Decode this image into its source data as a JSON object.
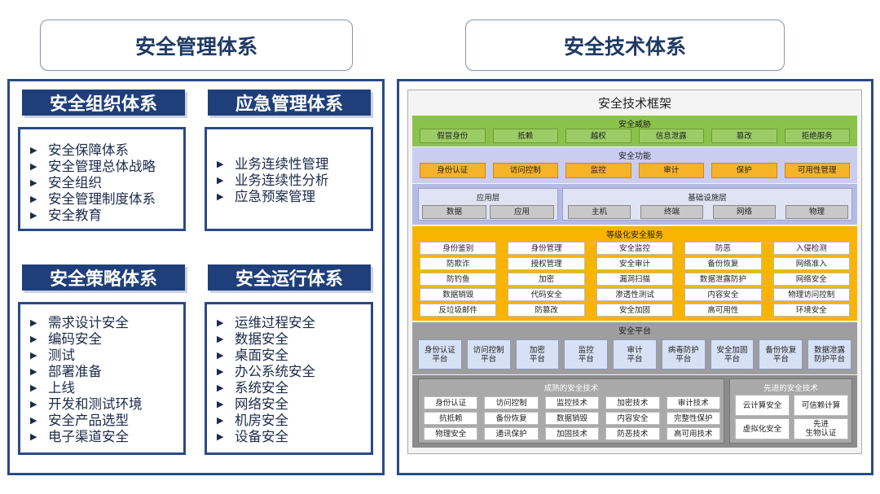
{
  "headings": {
    "management": "安全管理体系",
    "technical": "安全技术体系"
  },
  "management": {
    "sections": [
      {
        "title": "安全组织体系",
        "items": [
          "安全保障体系",
          "安全管理总体战略",
          "安全组织",
          "安全管理制度体系",
          "安全教育"
        ]
      },
      {
        "title": "应急管理体系",
        "items": [
          "业务连续性管理",
          "业务连续性分析",
          "应急预案管理"
        ]
      },
      {
        "title": "安全策略体系",
        "items": [
          "需求设计安全",
          "编码安全",
          "测试",
          "部署准备",
          "上线",
          "开发和测试环境",
          "安全产品选型",
          "电子渠道安全"
        ]
      },
      {
        "title": "安全运行体系",
        "items": [
          "运维过程安全",
          "数据安全",
          "桌面安全",
          "办公系统安全",
          "系统安全",
          "网络安全",
          "机房安全",
          "设备安全"
        ]
      }
    ]
  },
  "framework": {
    "title": "安全技术框架",
    "threats": {
      "title": "安全威胁",
      "items": [
        "假冒身份",
        "抵赖",
        "越权",
        "信息泄露",
        "篡改",
        "拒绝服务"
      ]
    },
    "functions": {
      "title": "安全功能",
      "items": [
        "身份认证",
        "访问控制",
        "监控",
        "审计",
        "保护",
        "可用性管理"
      ]
    },
    "layers": {
      "app": {
        "title": "应用层",
        "items": [
          "数据",
          "应用"
        ]
      },
      "infra": {
        "title": "基础设施层",
        "items": [
          "主机",
          "终端",
          "网络",
          "物理"
        ]
      }
    },
    "graded": {
      "title": "等级化安全服务",
      "rows": [
        [
          "身份鉴别",
          "身份管理",
          "安全监控",
          "防恶",
          "入侵检测"
        ],
        [
          "防欺诈",
          "授权管理",
          "安全审计",
          "备份恢复",
          "网络准入"
        ],
        [
          "防钓鱼",
          "加密",
          "漏洞扫描",
          "数据泄露防护",
          "网络安全"
        ],
        [
          "数据销毁",
          "代码安全",
          "渗透性测试",
          "内容安全",
          "物理访问控制"
        ],
        [
          "反垃圾邮件",
          "防篡改",
          "安全加固",
          "高可用性",
          "环境安全"
        ]
      ]
    },
    "platform": {
      "title": "安全平台",
      "items": [
        [
          "身份认证",
          "平台"
        ],
        [
          "访问控制",
          "平台"
        ],
        [
          "加密",
          "平台"
        ],
        [
          "监控",
          "平台"
        ],
        [
          "审计",
          "平台"
        ],
        [
          "病毒防护",
          "平台"
        ],
        [
          "安全加固",
          "平台"
        ],
        [
          "备份恢复",
          "平台"
        ],
        [
          "数据泄露",
          "防护平台"
        ]
      ]
    },
    "mature": {
      "title": "成熟的安全技术",
      "rows": [
        [
          "身份认证",
          "访问控制",
          "监控技术",
          "加密技术",
          "审计技术"
        ],
        [
          "抗抵赖",
          "备份恢复",
          "数据销毁",
          "内容安全",
          "完整性保护"
        ],
        [
          "物理安全",
          "通讯保护",
          "加固技术",
          "防恶技术",
          "高可用技术"
        ]
      ]
    },
    "advanced": {
      "title": "先进的安全技术",
      "items": [
        [
          "云计算安全"
        ],
        [
          "可信赖计算"
        ],
        [
          "虚拟化安全"
        ],
        [
          "先进",
          "生物认证"
        ]
      ]
    }
  }
}
